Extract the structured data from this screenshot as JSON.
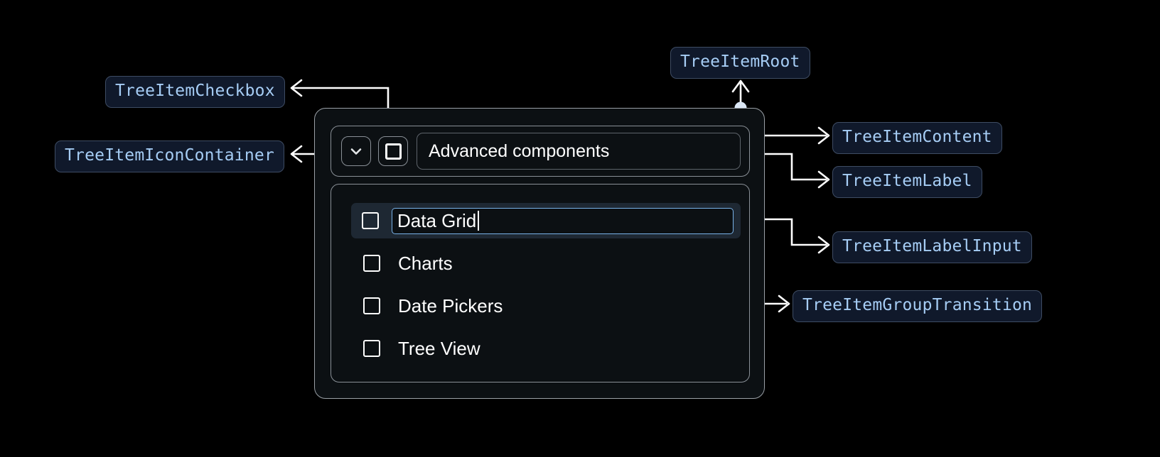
{
  "theme": {
    "page_bg": "#000000",
    "chip_bg": "#10192b",
    "chip_border": "#3e4c63",
    "chip_text": "#a6cdf5",
    "connector": "#ffffff",
    "card_bg": "#0c1013",
    "card_border": "#9aa0a6",
    "selected_row_bg": "#1e2833",
    "input_focus_border": "#78b2e8",
    "text_primary": "#ffffff"
  },
  "annotations": [
    {
      "id": "checkbox",
      "label": "TreeItemCheckbox"
    },
    {
      "id": "icon_container",
      "label": "TreeItemIconContainer"
    },
    {
      "id": "root",
      "label": "TreeItemRoot"
    },
    {
      "id": "content",
      "label": "TreeItemContent"
    },
    {
      "id": "label",
      "label": "TreeItemLabel"
    },
    {
      "id": "label_input",
      "label": "TreeItemLabelInput"
    },
    {
      "id": "group_transition",
      "label": "TreeItemGroupTransition"
    }
  ],
  "tree": {
    "header": {
      "expand_icon": "chevron-down-icon",
      "checkbox_checked": false,
      "label_text": "Advanced components"
    },
    "children": [
      {
        "text": "Data Grid",
        "checked": false,
        "selected": true,
        "editing": true
      },
      {
        "text": "Charts",
        "checked": false,
        "selected": false,
        "editing": false
      },
      {
        "text": "Date Pickers",
        "checked": false,
        "selected": false,
        "editing": false
      },
      {
        "text": "Tree View",
        "checked": false,
        "selected": false,
        "editing": false
      }
    ]
  }
}
